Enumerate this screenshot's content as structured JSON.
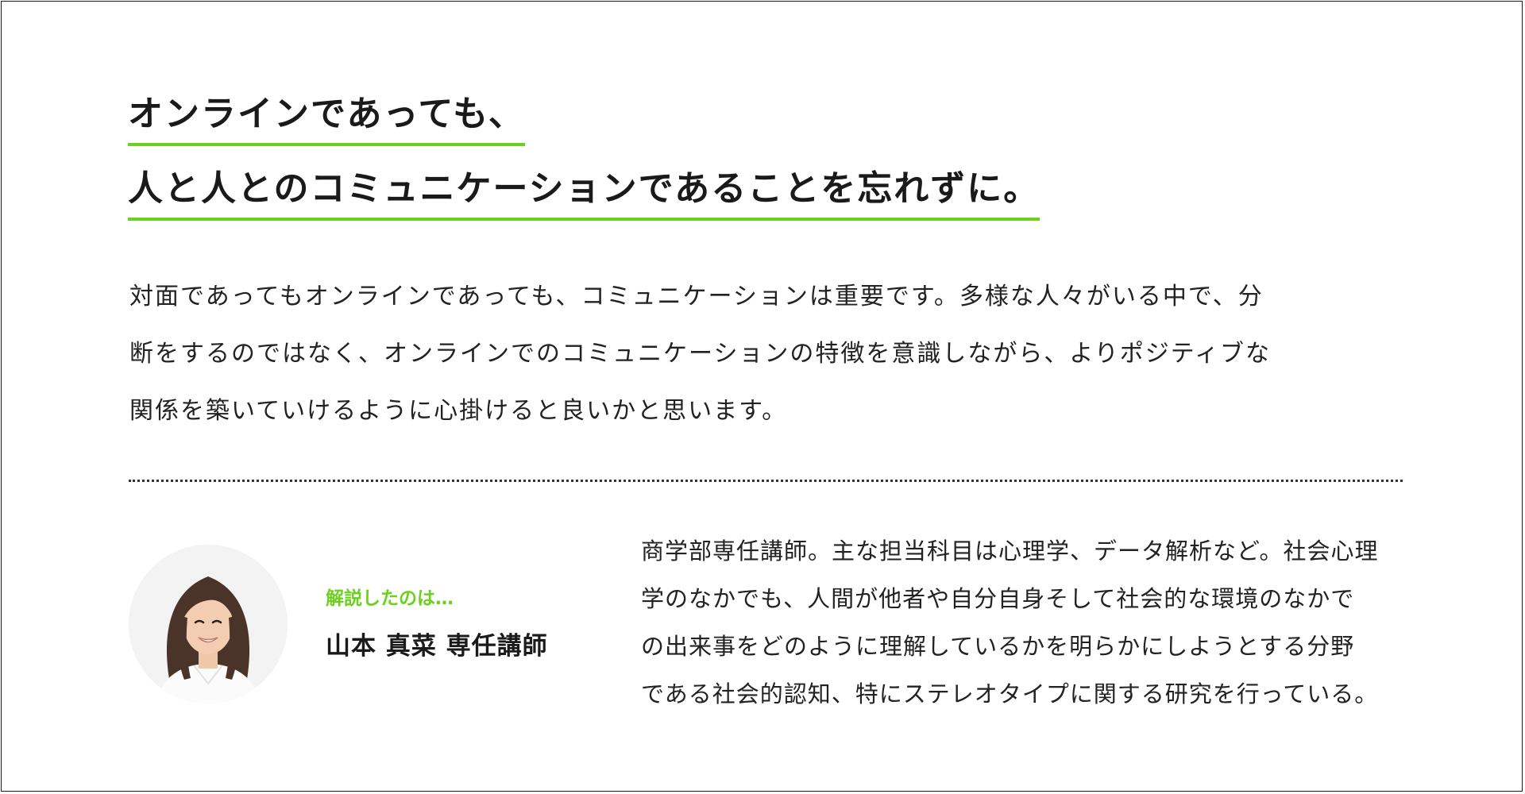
{
  "headline": {
    "lines": [
      "オンラインであっても、",
      "人と人とのコミュニケーションであることを忘れずに。"
    ]
  },
  "intro": {
    "lines": [
      "対面であってもオンラインであっても、コミュニケーションは重要です。多様な人々がいる中で、分",
      "断をするのではなく、オンラインでのコミュニケーションの特徴を意識しながら、よりポジティブな",
      "関係を築いていけるように心掛けると良いかと思います。"
    ]
  },
  "author": {
    "label": "解説したのは…",
    "name": "山本 真菜 専任講師"
  },
  "bio": {
    "lines": [
      "商学部専任講師。主な担当科目は心理学、データ解析など。社会心理",
      "学のなかでも、人間が他者や自分自身そして社会的な環境のなかで",
      "の出来事をどのように理解しているかを明らかにしようとする分野",
      "である社会的認知、特にステレオタイプに関する研究を行っている。"
    ]
  },
  "colors": {
    "accent": "#6cd11e",
    "text": "#222222",
    "border": "#1a1a1a"
  }
}
